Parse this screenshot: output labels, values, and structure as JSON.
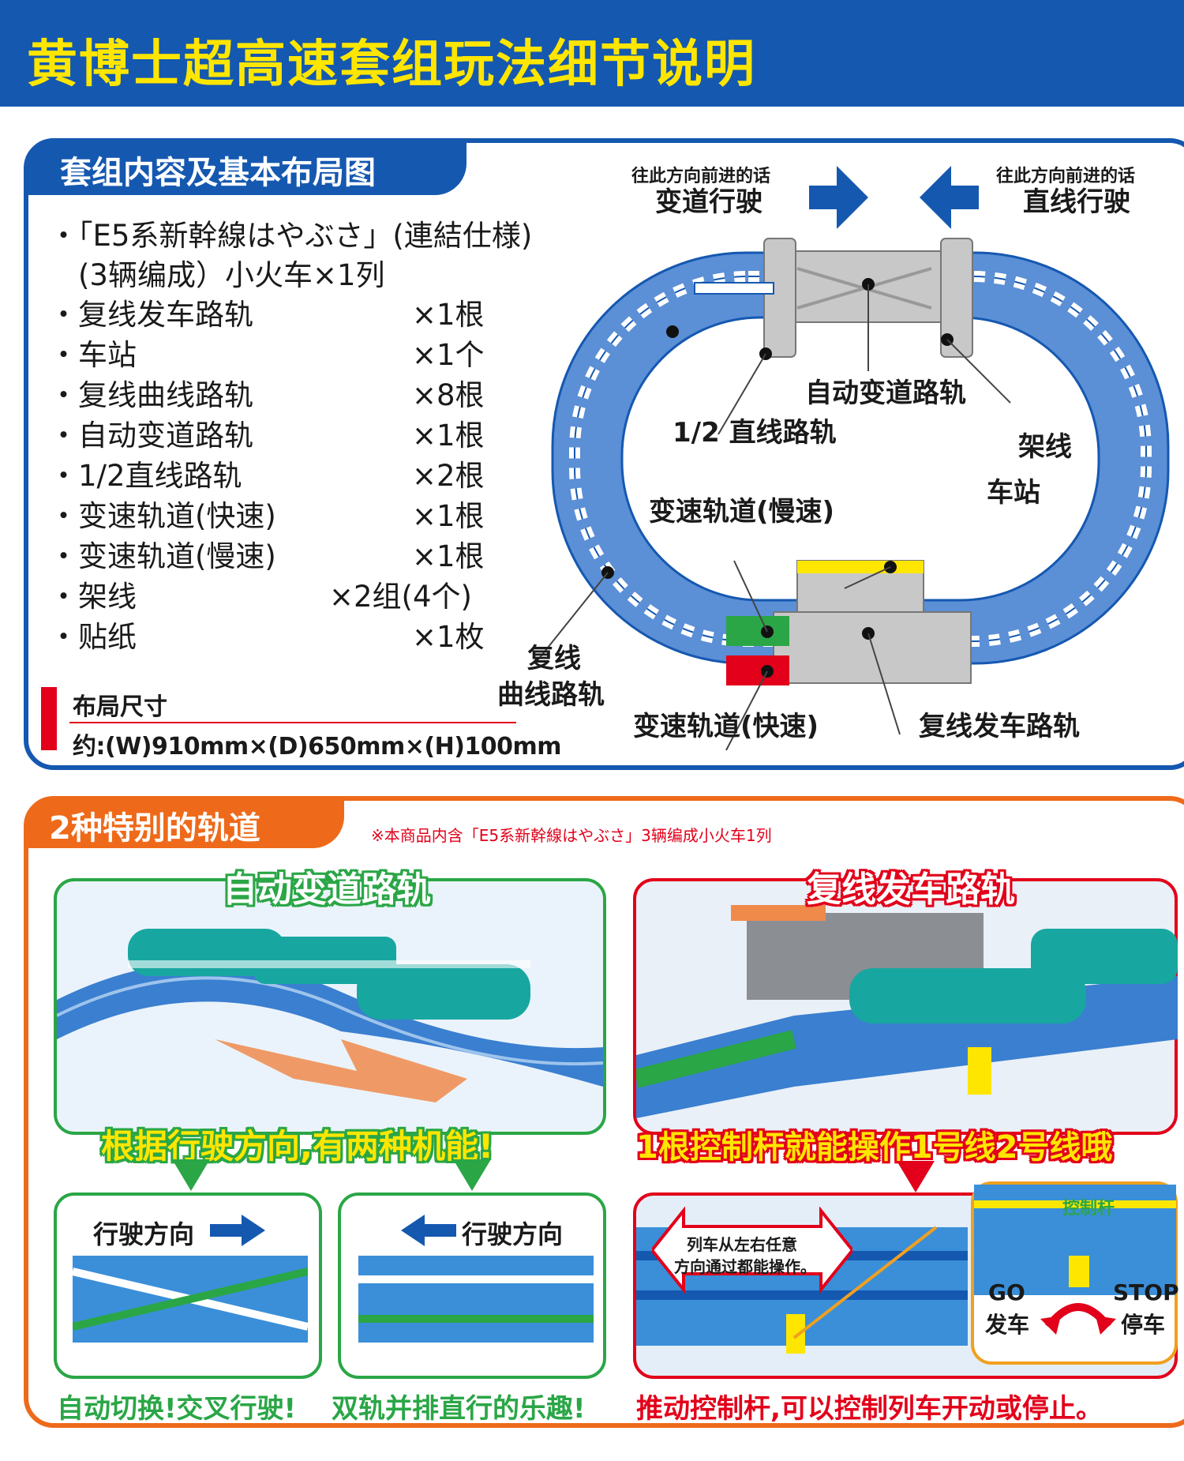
{
  "header": {
    "title": "黄博士超高速套组玩法细节说明"
  },
  "contents_section": {
    "tab_title": "套组内容及基本布局图",
    "items": [
      {
        "name": "・「E5系新幹線はやぶさ」(連結仕様)",
        "qty": ""
      },
      {
        "name": "　(3辆编成）小火车×1列",
        "qty": ""
      },
      {
        "name": "・复线发车路轨",
        "qty": "×1根"
      },
      {
        "name": "・车站",
        "qty": "×1个"
      },
      {
        "name": "・复线曲线路轨",
        "qty": "×8根"
      },
      {
        "name": "・自动变道路轨",
        "qty": "×1根"
      },
      {
        "name": "・1/2直线路轨",
        "qty": "×2根"
      },
      {
        "name": "・变速轨道(快速)",
        "qty": "×1根"
      },
      {
        "name": "・变速轨道(慢速)",
        "qty": "×1根"
      },
      {
        "name": "・架线",
        "qty": "×2组(4个)"
      },
      {
        "name": "・贴纸",
        "qty": "×1枚"
      }
    ],
    "dimensions_label": "布局尺寸",
    "dimensions_value": "约:(W)910mm×(D)650mm×(H)100mm"
  },
  "layout_diagram": {
    "left_direction_small": "往此方向前进的话",
    "left_direction_big": "变道行驶",
    "right_direction_small": "往此方向前进的话",
    "right_direction_big": "直线行驶",
    "labels": {
      "auto_switch": "自动变道路轨",
      "half_straight": "1/2 直线路轨",
      "overhead": "架线",
      "station": "车站",
      "speed_slow": "变速轨道(慢速)",
      "double_curve_1": "复线",
      "double_curve_2": "曲线路轨",
      "speed_fast": "变速轨道(快速)",
      "double_start": "复线发车路轨"
    },
    "colors": {
      "track_blue": "#5b8fd6",
      "grey": "#c8c8c8",
      "green": "#2aa646",
      "red": "#e2001a",
      "yellow": "#ffe600"
    }
  },
  "special_section": {
    "tab_title": "2种特别的轨道",
    "note": "※本商品内含「E5系新幹線はやぶさ」3辆编成小火车1列",
    "left_panel": {
      "title": "自动变道路轨",
      "banner": "根据行驶方向,有两种机能!",
      "sub_left_dir": "行驶方向",
      "sub_right_dir": "行驶方向",
      "caption_left": "自动切换!交叉行驶!",
      "caption_right": "双轨并排直行的乐趣!"
    },
    "right_panel": {
      "title": "复线发车路轨",
      "banner": "1根控制杆就能操作1号线2号线哦",
      "arrow_text_1": "列车从左右任意",
      "arrow_text_2": "方向通过都能操作。",
      "lever_label": "控制杆",
      "go_en": "GO",
      "go_cn": "发车",
      "stop_en": "STOP",
      "stop_cn": "停车",
      "caption": "推动控制杆,可以控制列车开动或停止。"
    }
  }
}
